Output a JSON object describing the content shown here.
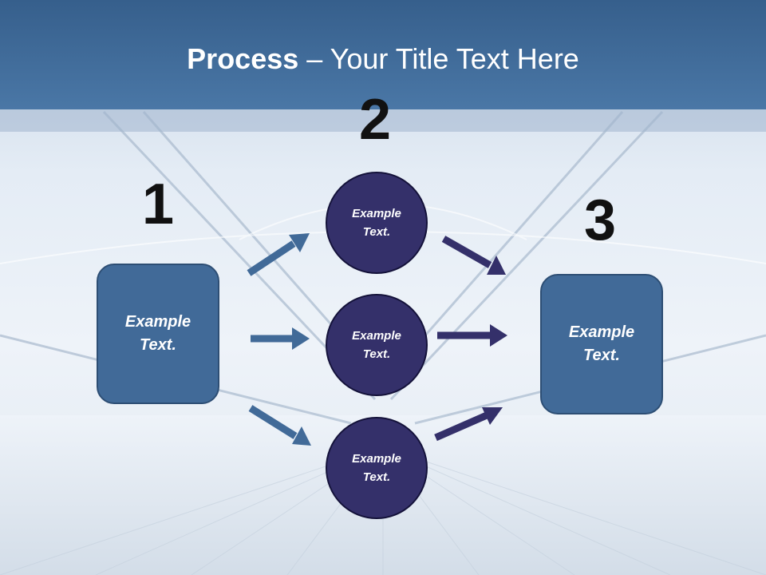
{
  "title": {
    "bold": "Process",
    "rest": " – Your Title Text Here"
  },
  "steps": {
    "one": {
      "number": "1"
    },
    "two": {
      "number": "2"
    },
    "three": {
      "number": "3"
    }
  },
  "left_box": {
    "line1": "Example",
    "line2": "Text."
  },
  "right_box": {
    "line1": "Example",
    "line2": "Text."
  },
  "circles": [
    {
      "line1": "Example",
      "line2": "Text."
    },
    {
      "line1": "Example",
      "line2": "Text."
    },
    {
      "line1": "Example",
      "line2": "Text."
    }
  ],
  "colors": {
    "header": "#4a77a6",
    "box_fill": "#416a98",
    "circle_fill": "#34306a",
    "arrow_in": "#416a98",
    "arrow_out": "#34306a"
  }
}
